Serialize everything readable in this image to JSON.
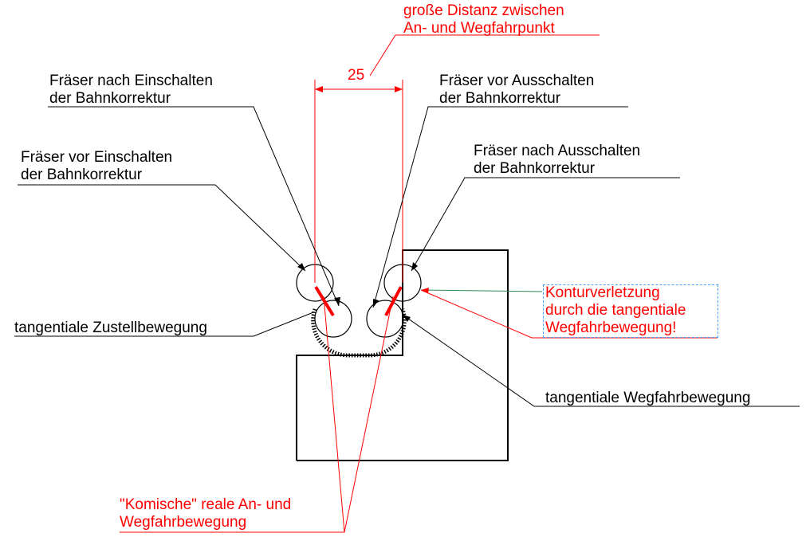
{
  "labels": {
    "distance_note": [
      "große Distanz zwischen",
      "An- und Wegfahrpunkt"
    ],
    "dimension": "25",
    "after_on": [
      "Fräser nach Einschalten",
      "der Bahnkorrektur"
    ],
    "before_off": [
      "Fräser vor Ausschalten",
      "der Bahnkorrektur"
    ],
    "before_on": [
      "Fräser vor Einschalten",
      "der Bahnkorrektur"
    ],
    "after_off": [
      "Fräser nach Ausschalten",
      "der Bahnkorrektur"
    ],
    "approach_move": "tangentiale Zustellbewegung",
    "contour_violation": [
      "Konturverletzung",
      "durch die tangentiale",
      "Wegfahrbewegung!"
    ],
    "depart_move": "tangentiale Wegfahrbewegung",
    "real_motion": [
      "\"Komische\" reale An- und",
      "Wegfahrbewegung"
    ]
  },
  "colors": {
    "drawing": "#000000",
    "annotation": "#ff0000",
    "leader_green": "#2e8b57",
    "frame_blue": "#4aa0ff"
  }
}
